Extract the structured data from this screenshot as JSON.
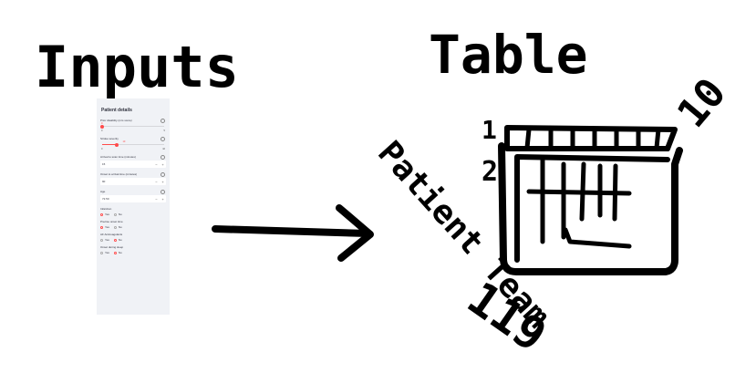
{
  "labels": {
    "inputs": "Inputs",
    "table": "Table",
    "patient_team": "Patient Team",
    "num_1": "1",
    "num_2": "2",
    "num_10": "10",
    "num_119": "119"
  },
  "panel": {
    "title": "Patient details",
    "prior_disability": {
      "label": "Prior disability (mrs score)",
      "value": "0",
      "min": "0",
      "max": "5",
      "fraction": 0.0
    },
    "stroke_severity": {
      "label": "Stroke severity",
      "value": "10",
      "min": "0",
      "max": "42",
      "fraction": 0.24
    },
    "arrival_to_scan": {
      "label": "Arrival to scan time (minutes)",
      "value": "15"
    },
    "onset_to_arrival": {
      "label": "Onset to arrival time (minutes)",
      "value": "90"
    },
    "age": {
      "label": "Age",
      "value": "72.50"
    },
    "infarction": {
      "label": "Infarction",
      "options": [
        "Yes",
        "No"
      ],
      "selected": 0
    },
    "precise_onset": {
      "label": "Precise onset time",
      "options": [
        "Yes",
        "No"
      ],
      "selected": 0
    },
    "anticoagulants": {
      "label": "AF Anticoagulants",
      "options": [
        "Yes",
        "No"
      ],
      "selected": 1
    },
    "onset_during_sleep": {
      "label": "Onset during sleep",
      "options": [
        "Yes",
        "No"
      ],
      "selected": 1
    }
  },
  "colors": {
    "ink": "#000000",
    "accent": "#ff4b4b",
    "panel_bg": "#f0f2f6"
  }
}
